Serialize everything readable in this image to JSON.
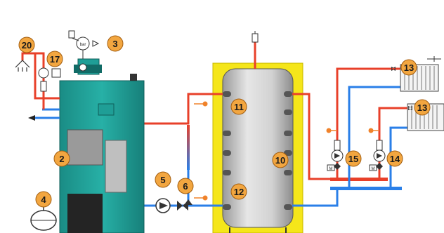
{
  "diagram": {
    "title": "",
    "gauge_label": "bar",
    "motor_label": "M",
    "callouts": [
      {
        "id": "boiler",
        "label": "2"
      },
      {
        "id": "safety-group",
        "label": "3"
      },
      {
        "id": "expansion-vessel",
        "label": "4"
      },
      {
        "id": "load-pump",
        "label": "5"
      },
      {
        "id": "mixing-valve-load",
        "label": "6"
      },
      {
        "id": "buffer-tank",
        "label": "10"
      },
      {
        "id": "sensor-top",
        "label": "11"
      },
      {
        "id": "sensor-bottom",
        "label": "12"
      },
      {
        "id": "radiator-upper",
        "label": "13"
      },
      {
        "id": "radiator-lower",
        "label": "13"
      },
      {
        "id": "mixing-group-2",
        "label": "14"
      },
      {
        "id": "mixing-group-1",
        "label": "15"
      },
      {
        "id": "thermal-discharge",
        "label": "17"
      },
      {
        "id": "sprinkler",
        "label": "20"
      }
    ],
    "colors": {
      "supply": "#e8402a",
      "return": "#2a7fe8",
      "boiler_body": "#1f9e96",
      "tank_jacket": "#f5e61a",
      "tank_body": "#c8c8c8",
      "callout_fill": "#f2a640",
      "sensor": "#f0822a"
    }
  }
}
